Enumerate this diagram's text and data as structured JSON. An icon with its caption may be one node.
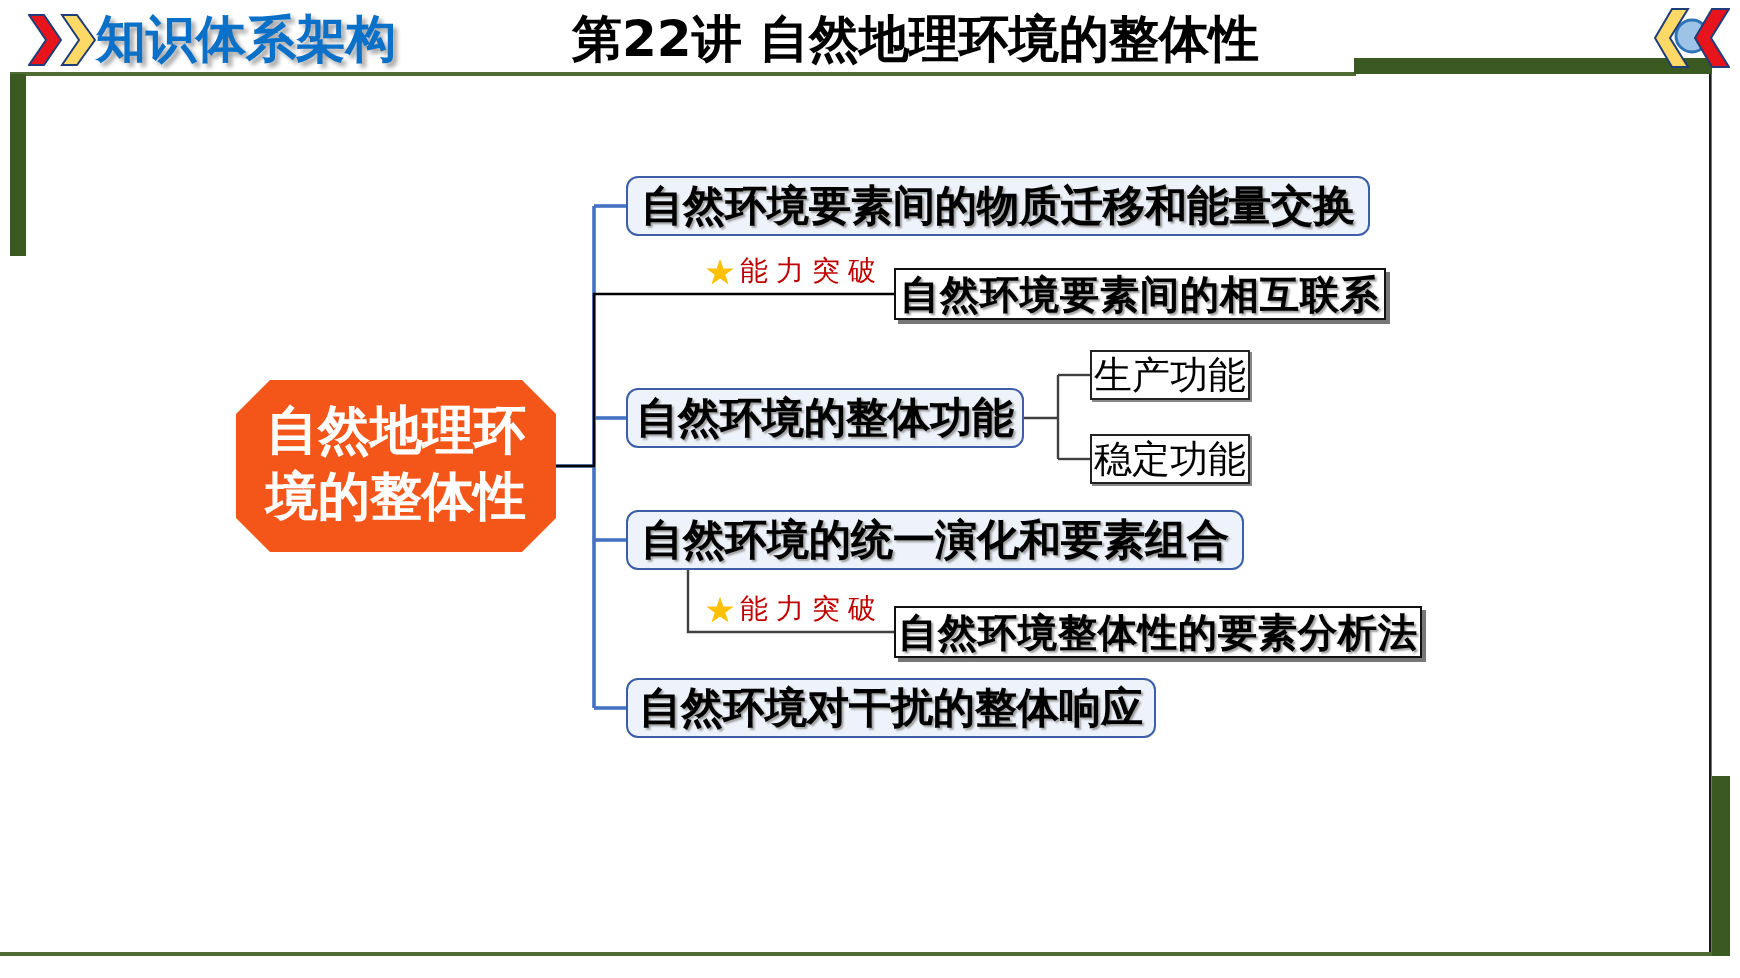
{
  "diagram": {
    "title": "第22讲 自然地理环境的整体性",
    "nodes": [
      {
        "text": [
          "自然地理环境的整体性"
        ]
      },
      {
        "text": [
          "自然环境要素间的物质迁移和能量交换"
        ]
      },
      {
        "text": [
          "自然环境要素间的相互联系"
        ]
      },
      {
        "text": [
          "自然环境的整体功能"
        ]
      },
      {
        "text": [
          "生产功能"
        ]
      },
      {
        "text": [
          "稳定功能"
        ]
      },
      {
        "text": [
          "自然环境的统一演化和要素组合"
        ]
      },
      {
        "text": [
          "自然环境整体性的要素分析法"
        ]
      },
      {
        "text": [
          "自然环境对干扰的整体响应"
        ]
      }
    ],
    "edges": [
      {
        "from": 0,
        "to": 1,
        "arrow": "none"
      },
      {
        "from": 0,
        "to": 2,
        "arrow": "none",
        "label": "能力突破",
        "color": "#000000"
      },
      {
        "from": 0,
        "to": 3,
        "arrow": "none"
      },
      {
        "from": 3,
        "to": 4,
        "arrow": "none",
        "color": "#404040"
      },
      {
        "from": 3,
        "to": 5,
        "arrow": "none",
        "color": "#404040"
      },
      {
        "from": 0,
        "to": 6,
        "arrow": "none"
      },
      {
        "from": 6,
        "to": 7,
        "arrow": "none",
        "label": "能力突破",
        "color": "#404040"
      },
      {
        "from": 0,
        "to": 8,
        "arrow": "none"
      }
    ],
    "labels": [
      "知识体系架构"
    ]
  }
}
